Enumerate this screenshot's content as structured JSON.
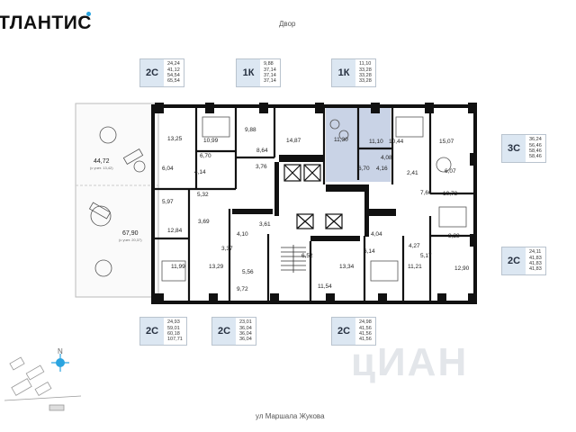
{
  "brand": {
    "name": "ТЛАНТИС"
  },
  "top_label": "Двор",
  "bottom_label": "ул Маршала Жукова",
  "watermark": "цИАН",
  "badges": [
    {
      "code": "2С",
      "areas": [
        "24,24",
        "41,12",
        "54,54",
        "65,54"
      ]
    },
    {
      "code": "1К",
      "areas": [
        "9,88",
        "37,14",
        "37,14",
        "37,14"
      ]
    },
    {
      "code": "1К",
      "areas": [
        "11,10",
        "33,28",
        "33,28",
        "33,28"
      ]
    },
    {
      "code": "3С",
      "areas": [
        "36,24",
        "56,46",
        "58,46",
        "58,46"
      ]
    },
    {
      "code": "2С",
      "areas": [
        "24,11",
        "41,83",
        "41,83",
        "41,83"
      ]
    },
    {
      "code": "2С",
      "areas": [
        "24,93",
        "59,01",
        "60,18",
        "107,71"
      ]
    },
    {
      "code": "2С",
      "areas": [
        "23,01",
        "36,04",
        "36,04",
        "36,04"
      ]
    },
    {
      "code": "2С",
      "areas": [
        "24,98",
        "41,56",
        "41,56",
        "41,56"
      ]
    }
  ],
  "terraces": [
    {
      "area": "44,72",
      "note": "(с учет. 13,42)"
    },
    {
      "area": "67,90",
      "note": "(с учет. 20,37)"
    }
  ],
  "rooms": [
    "13,25",
    "10,99",
    "6,70",
    "9,88",
    "8,64",
    "14,87",
    "11,30",
    "11,10",
    "10,44",
    "15,07",
    "6,04",
    "4,14",
    "3,76",
    "6,70",
    "4,16",
    "4,08",
    "2,41",
    "6,07",
    "5,97",
    "5,32",
    "7,66",
    "10,73",
    "3,69",
    "3,61",
    "12,84",
    "4,10",
    "3,37",
    "6,52",
    "6,14",
    "4,04",
    "4,27",
    "8,28",
    "11,99",
    "13,29",
    "5,56",
    "9,72",
    "11,54",
    "13,34",
    "11,21",
    "5,17",
    "12,90"
  ],
  "compass": {
    "north": "N"
  },
  "colors": {
    "accent": "#2aa4e0",
    "wall": "#111111",
    "badge_fill": "#dce7f2",
    "selected_unit": "#c9d3e6"
  }
}
